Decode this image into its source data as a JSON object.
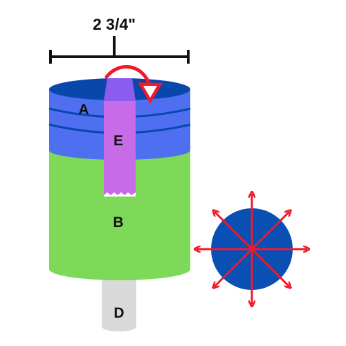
{
  "dimension": {
    "label": "2 3/4\""
  },
  "labels": {
    "a": "A",
    "b": "B",
    "d": "D",
    "e": "E"
  },
  "colors": {
    "blue_band": "#4d6ff0",
    "blue_dark": "#0a47ad",
    "green_body": "#7dd957",
    "grey_core": "#d9d9d9",
    "purple_top": "#8c5bf0",
    "purple_strip": "#c76be6",
    "red_arrow": "#ee1a2c",
    "circle_fill": "#0a4fb4",
    "dimension_line": "#111111"
  },
  "icons": {
    "rotation": "curved-arrow-icon",
    "radial": "radial-arrows-icon"
  }
}
